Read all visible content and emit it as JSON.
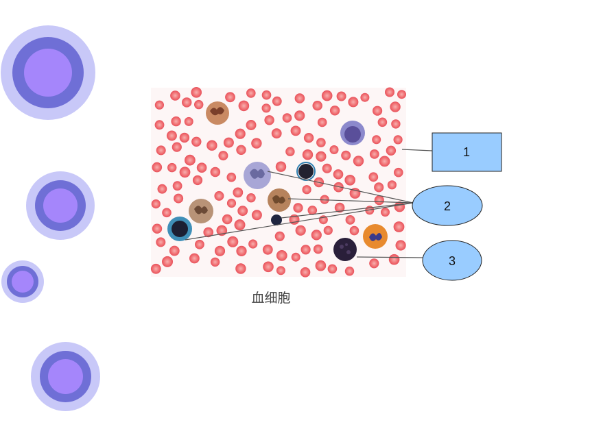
{
  "caption": "血细胞",
  "callouts": [
    {
      "id": "callout-1",
      "label": "1",
      "shape": "rectangle"
    },
    {
      "id": "callout-2",
      "label": "2",
      "shape": "ellipse"
    },
    {
      "id": "callout-3",
      "label": "3",
      "shape": "ellipse"
    }
  ],
  "colors": {
    "callout_fill": "#99ccff",
    "deco_outer": "#c8c8f8",
    "deco_middle": "#6f6fd6",
    "deco_inner": "#a586fb",
    "red_cell": "#f0606a",
    "red_cell_center": "#f8a8a8",
    "leader_line": "#555555"
  },
  "decorative_circles": [
    {
      "name": "deco-circle-1"
    },
    {
      "name": "deco-circle-2"
    },
    {
      "name": "deco-circle-3"
    },
    {
      "name": "deco-circle-4"
    }
  ]
}
